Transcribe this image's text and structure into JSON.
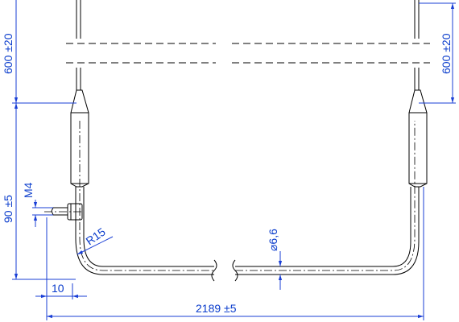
{
  "dimensions": {
    "lead_left": "600 ±20",
    "lead_right": "600 ±20",
    "height": "90 ±5",
    "thread": "M4",
    "radius": "R15",
    "diameter": "⌀6,6",
    "offset": "10",
    "length": "2189 ±5"
  },
  "colors": {
    "dimension": "#1a3fd6",
    "outline": "#000000"
  }
}
